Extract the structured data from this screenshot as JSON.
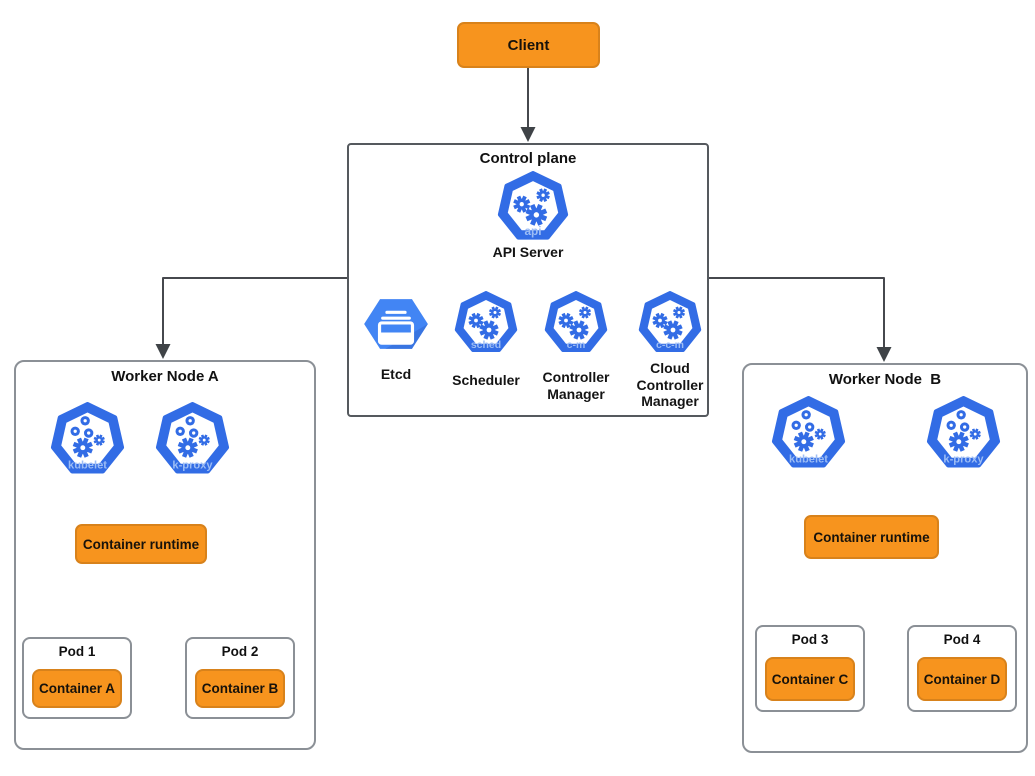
{
  "client": {
    "label": "Client"
  },
  "control_plane": {
    "title": "Control plane",
    "api_server": {
      "name": "API Server",
      "badge": "api"
    },
    "etcd": {
      "name": "Etcd"
    },
    "scheduler": {
      "name": "Scheduler",
      "badge": "sched"
    },
    "controller_manager": {
      "name": "Controller Manager",
      "badge": "c-m"
    },
    "cloud_controller_manager": {
      "name": "Cloud Controller Manager",
      "badge": "c-c-m"
    }
  },
  "worker_node_a": {
    "title": "Worker Node A",
    "kubelet_badge": "kubelet",
    "kproxy_badge": "k-proxy",
    "container_runtime": "Container runtime",
    "pod1": {
      "title": "Pod 1",
      "container": "Container A"
    },
    "pod2": {
      "title": "Pod 2",
      "container": "Container B"
    }
  },
  "worker_node_b": {
    "title": "Worker Node  B",
    "kubelet_badge": "kubelet",
    "kproxy_badge": "k-proxy",
    "container_runtime": "Container runtime",
    "pod1": {
      "title": "Pod 3",
      "container": "Container C"
    },
    "pod2": {
      "title": "Pod 4",
      "container": "Container D"
    }
  },
  "colors": {
    "kubernetes_blue": "#326CE5",
    "etcd_blue": "#4285F4",
    "orange_fill": "#F7941E",
    "orange_border": "#D8821B",
    "connector": "#46484D",
    "icon_badge_text": "#9DBDF5"
  }
}
